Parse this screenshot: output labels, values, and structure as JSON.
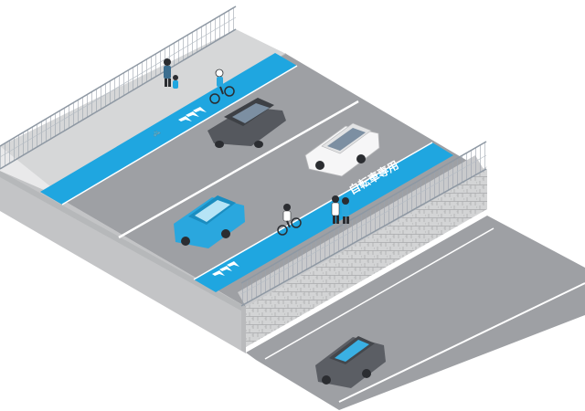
{
  "scene": {
    "lane_markings": {
      "right_lane_kanji": "自転車専用",
      "left_lane_symbol": "bicycle-lane-symbol"
    },
    "colors": {
      "road": "#9c9ea3",
      "road_dark": "#7d7f84",
      "bike_lane": "#1ea7e1",
      "sidewalk": "#d4d5d6",
      "wall_light": "#e1e1e1",
      "wall_shade": "#c0c1c3",
      "stone": "#cfd0d1",
      "car_blue": "#29a8df",
      "car_dark": "#5d6066",
      "car_white": "#ffffff"
    },
    "icons": [
      "bicycle-icon",
      "chevron-arrows",
      "pedestrian-icon",
      "cyclist-icon",
      "car-icon"
    ]
  }
}
